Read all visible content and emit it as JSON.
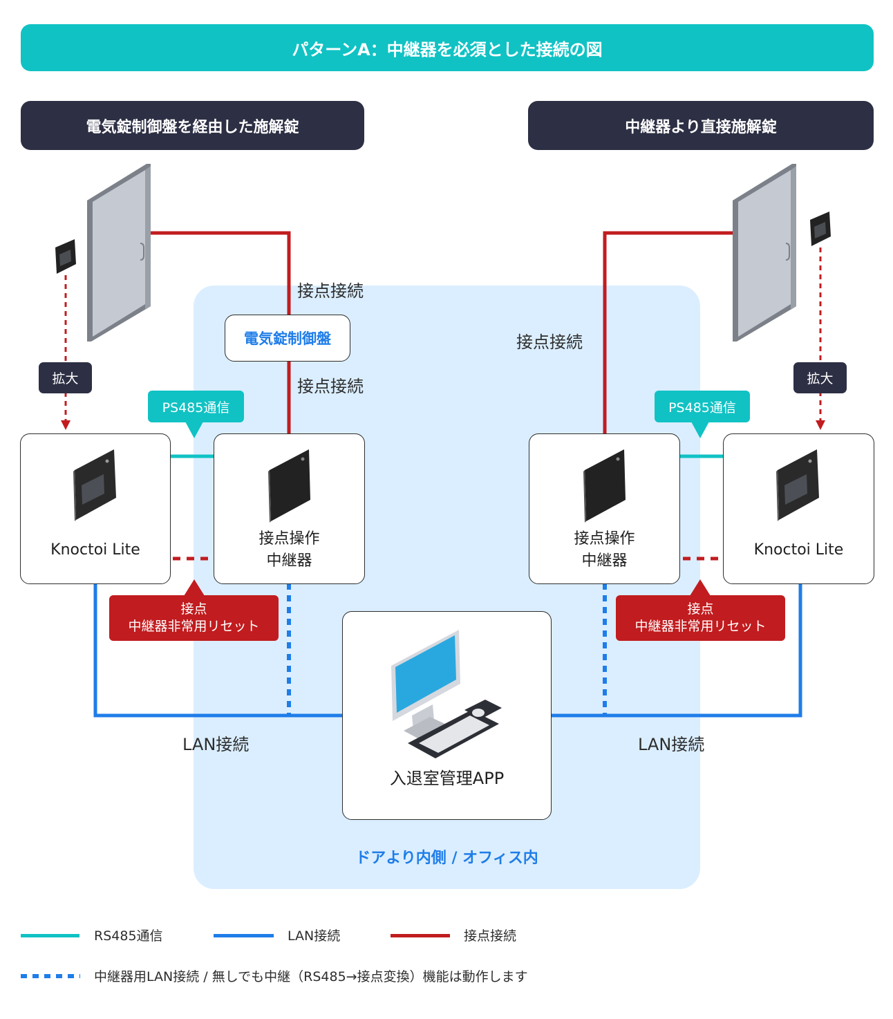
{
  "title": "パターンA：中継器を必須とした接続の図",
  "sections": {
    "left": "電気錠制御盤を経由した施解錠",
    "right": "中継器より直接施解錠"
  },
  "labels": {
    "contact_connection": "接点接続",
    "lock_control_panel": "電気錠制御盤",
    "zoom": "拡大",
    "ps485": "PS485通信",
    "knoctoi_lite": "Knoctoi Lite",
    "relay_line1": "接点操作",
    "relay_line2": "中継器",
    "reset_line1": "接点",
    "reset_line2": "中継器非常用リセット",
    "lan": "LAN接続",
    "app": "入退室管理APP",
    "office": "ドアより内側 / オフィス内"
  },
  "legend": {
    "rs485": "RS485通信",
    "lan": "LAN接続",
    "contact": "接点接続",
    "relay_lan": "中継器用LAN接続 / 無しでも中継（RS485→接点変換）機能は動作します"
  },
  "colors": {
    "teal": "#10c2c4",
    "dark": "#2d2f44",
    "red": "#c11c1f",
    "blue": "#1f7de8",
    "zone": "#dbeeff"
  }
}
